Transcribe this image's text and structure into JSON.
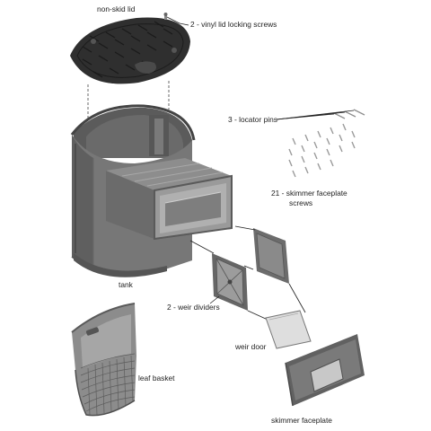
{
  "labels": {
    "lid": "non-skid lid",
    "lid_screws": "2 - vinyl lid locking screws",
    "locator_pins": "3 - locator pins",
    "faceplate_screws_line1": "21 - skimmer faceplate",
    "faceplate_screws_line2": "screws",
    "tank": "tank",
    "weir_dividers": "2 - weir dividers",
    "weir_door": "weir door",
    "leaf_basket": "leaf basket",
    "skimmer_faceplate": "skimmer faceplate"
  },
  "colors": {
    "lid": "#2f2f2f",
    "tank_dark": "#5e5e5e",
    "tank_mid": "#7c7c7c",
    "tank_light": "#a3a3a3",
    "part_dark": "#565656",
    "part_light": "#bdbdbd",
    "door": "#d9d9d9",
    "screw": "#9a9a9a",
    "text": "#222222"
  }
}
